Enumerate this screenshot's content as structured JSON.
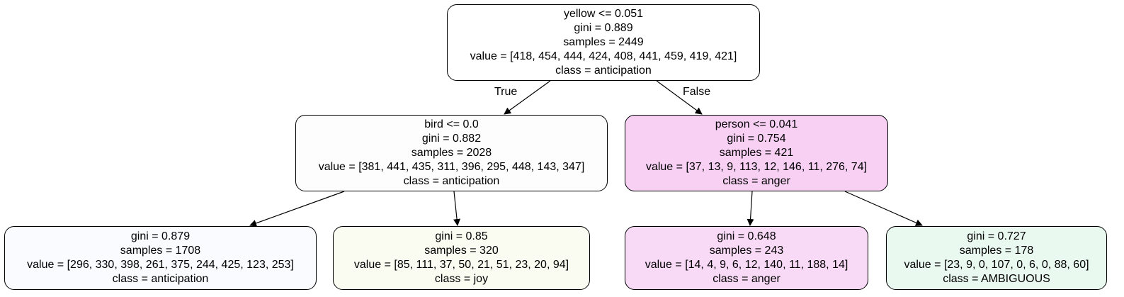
{
  "nodes": [
    {
      "id": "root",
      "split": "yellow <= 0.051",
      "gini": "gini = 0.889",
      "samples": "samples = 2449",
      "value": "value = [418, 454, 444, 424, 408, 441, 459, 419, 421]",
      "class": "class = anticipation",
      "fill": "#ffffff"
    },
    {
      "id": "left",
      "split": "bird <= 0.0",
      "gini": "gini = 0.882",
      "samples": "samples = 2028",
      "value": "value = [381, 441, 435, 311, 396, 295, 448, 143, 347]",
      "class": "class = anticipation",
      "fill": "#fdfdfd"
    },
    {
      "id": "right",
      "split": "person <= 0.041",
      "gini": "gini = 0.754",
      "samples": "samples = 421",
      "value": "value = [37, 13, 9, 113, 12, 146, 11, 276, 74]",
      "class": "class = anger",
      "fill": "#f7d0f4"
    },
    {
      "id": "left-left",
      "gini": "gini = 0.879",
      "samples": "samples = 1708",
      "value": "value = [296, 330, 398, 261, 375, 244, 425, 123, 253]",
      "class": "class = anticipation",
      "fill": "#fafbfe"
    },
    {
      "id": "left-right",
      "gini": "gini = 0.85",
      "samples": "samples = 320",
      "value": "value = [85, 111, 37, 50, 21, 51, 23, 20, 94]",
      "class": "class = joy",
      "fill": "#fafbf1"
    },
    {
      "id": "right-left",
      "gini": "gini = 0.648",
      "samples": "samples = 243",
      "value": "value = [14, 4, 9, 6, 12, 140, 11, 188, 14]",
      "class": "class = anger",
      "fill": "#f8d9f6"
    },
    {
      "id": "right-right",
      "gini": "gini = 0.727",
      "samples": "samples = 178",
      "value": "value = [23, 9, 0, 107, 0, 6, 0, 88, 60]",
      "class": "class = AMBIGUOUS",
      "fill": "#e9f9ef"
    }
  ],
  "edges": [
    {
      "from": "root",
      "to": "left",
      "label": "True"
    },
    {
      "from": "root",
      "to": "right",
      "label": "False"
    },
    {
      "from": "left",
      "to": "left-left",
      "label": ""
    },
    {
      "from": "left",
      "to": "left-right",
      "label": ""
    },
    {
      "from": "right",
      "to": "right-left",
      "label": ""
    },
    {
      "from": "right",
      "to": "right-right",
      "label": ""
    }
  ]
}
